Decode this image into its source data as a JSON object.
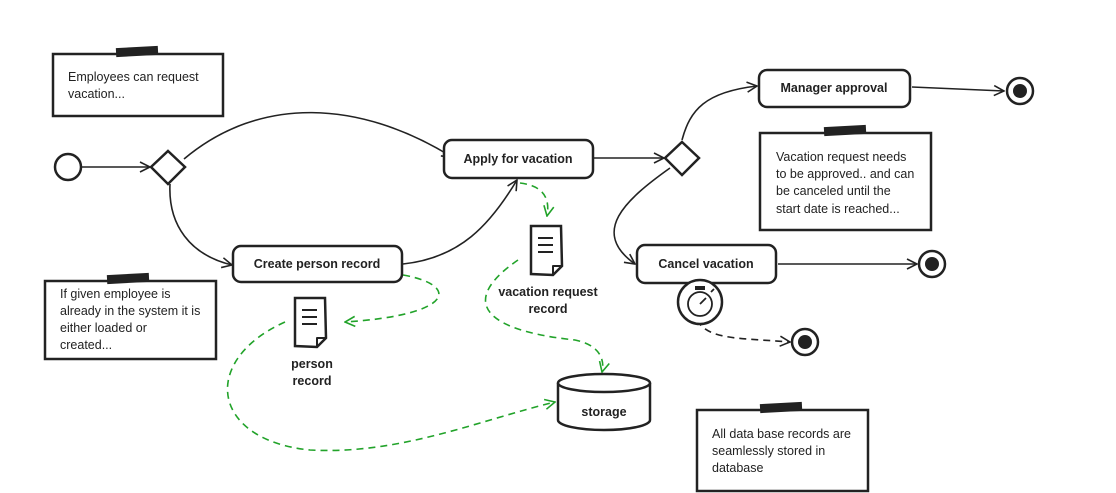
{
  "notes": {
    "request": [
      "Employees can request",
      "vacation..."
    ],
    "employee": [
      "If given employee is",
      "already in the system it is",
      "either loaded or",
      "created..."
    ],
    "approval": [
      "Vacation request needs",
      "to be approved.. and can",
      "be canceled until the",
      "start date is reached..."
    ],
    "database": [
      "All data base records are",
      "seamlessly stored in",
      "database"
    ]
  },
  "tasks": {
    "apply": "Apply for vacation",
    "create_person": "Create person record",
    "manager_approval": "Manager approval",
    "cancel_vacation": "Cancel vacation"
  },
  "data_objects": {
    "vacation_request": [
      "vacation request",
      "record"
    ],
    "person": [
      "person",
      "record"
    ]
  },
  "data_store": {
    "storage": "storage"
  },
  "colors": {
    "ink": "#222222",
    "association": "#22a32a",
    "background": "#ffffff"
  }
}
